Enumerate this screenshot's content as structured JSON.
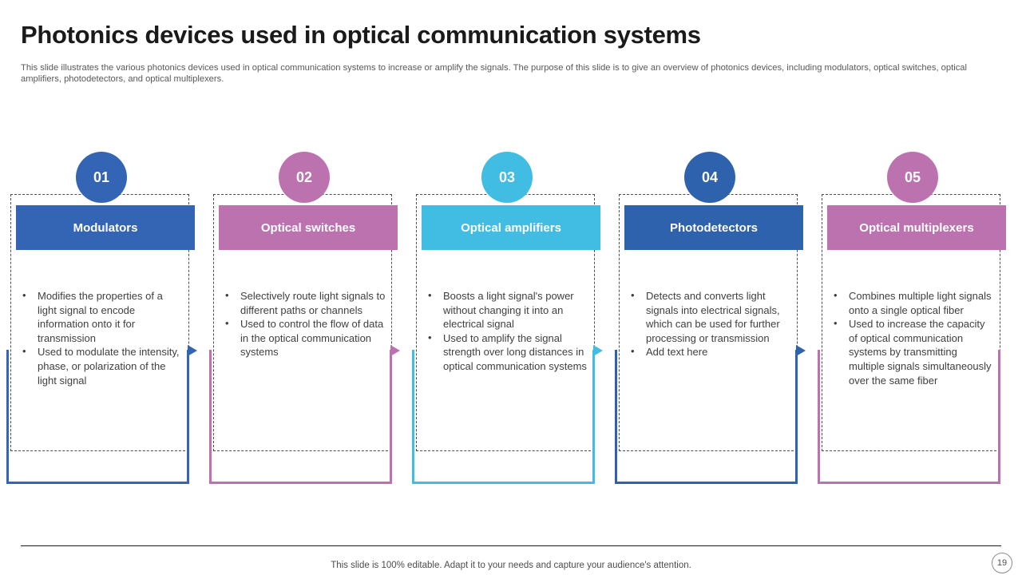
{
  "slide": {
    "title": "Photonics devices used in optical communication systems",
    "subtitle": "This slide illustrates the various photonics devices used in optical communication systems to increase or amplify the signals. The purpose of this slide is to give an overview of photonics devices, including modulators, optical switches, optical amplifiers, photodetectors, and optical multiplexers."
  },
  "columns": [
    {
      "number": "01",
      "title": "Modulators",
      "color": "#3465b4",
      "has_arrow": true,
      "bullets": [
        "Modifies the properties of a light signal to encode information onto it for transmission",
        "Used to modulate the intensity, phase, or polarization of the light signal"
      ]
    },
    {
      "number": "02",
      "title": "Optical switches",
      "color": "#bd72b0",
      "has_arrow": true,
      "bullets": [
        "Selectively route light signals to different paths or channels",
        "Used to control the flow of data in the optical communication systems"
      ]
    },
    {
      "number": "03",
      "title": "Optical amplifiers",
      "color": "#41bde4",
      "has_arrow": true,
      "bullets": [
        "Boosts a light signal's power without changing it into an electrical signal",
        "Used to amplify the signal strength over long distances in optical communication systems"
      ]
    },
    {
      "number": "04",
      "title": "Photodetectors",
      "color": "#2f62ad",
      "has_arrow": true,
      "bullets": [
        "Detects and converts light signals into electrical signals, which can be used for further processing or transmission",
        "Add text here"
      ]
    },
    {
      "number": "05",
      "title": "Optical multiplexers",
      "color": "#bd72b0",
      "has_arrow": false,
      "bullets": [
        "Combines multiple light signals onto a single optical fiber",
        "Used to increase the capacity of optical communication systems by transmitting multiple signals simultaneously over the same fiber"
      ]
    }
  ],
  "footer": {
    "note": "This slide is 100% editable. Adapt it to your needs and capture your audience's attention.",
    "page_number": "19"
  }
}
